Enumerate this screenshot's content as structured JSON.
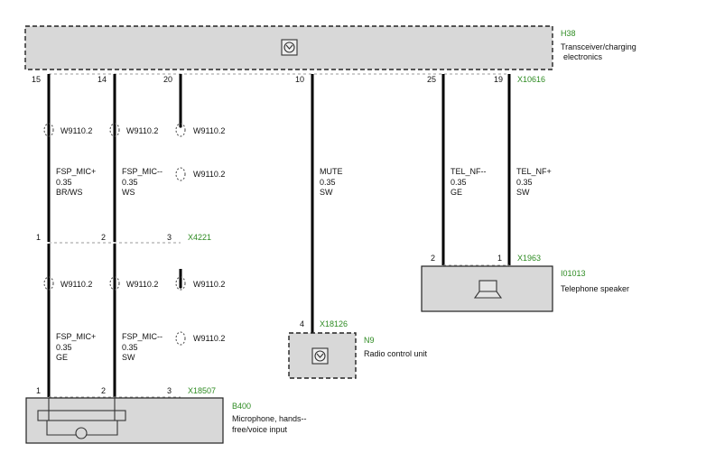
{
  "components": {
    "h38": {
      "id": "H38",
      "desc_line1": "Transceiver/charging",
      "desc_line2": "electronics",
      "connector": "X10616"
    },
    "n9": {
      "id": "N9",
      "desc": "Radio control unit",
      "connector": "X18126",
      "pin": "4"
    },
    "i01013": {
      "id": "I01013",
      "desc": "Telephone speaker",
      "connector": "X1963",
      "pin_left": "2",
      "pin_right": "1"
    },
    "b400": {
      "id": "B400",
      "desc_line1": "Microphone, hands--",
      "desc_line2": "free/voice input",
      "connector": "X18507"
    },
    "x4221": {
      "connector": "X4221"
    }
  },
  "pins": {
    "h38": [
      "15",
      "14",
      "20",
      "10",
      "25",
      "19"
    ],
    "x4221": [
      "1",
      "2",
      "3"
    ],
    "x18507": [
      "1",
      "2",
      "3"
    ]
  },
  "shield_ref": "W9110.2",
  "wires": {
    "fsp_mic_plus_upper": {
      "name": "FSP_MIC+",
      "size": "0.35",
      "color": "BR/WS"
    },
    "fsp_mic_minus_upper": {
      "name": "FSP_MIC--",
      "size": "0.35",
      "color": "WS"
    },
    "fsp_mic_plus_lower": {
      "name": "FSP_MIC+",
      "size": "0.35",
      "color": "GE"
    },
    "fsp_mic_minus_lower": {
      "name": "FSP_MIC--",
      "size": "0.35",
      "color": "SW"
    },
    "mute": {
      "name": "MUTE",
      "size": "0.35",
      "color": "SW"
    },
    "tel_nf_minus": {
      "name": "TEL_NF--",
      "size": "0.35",
      "color": "GE"
    },
    "tel_nf_plus": {
      "name": "TEL_NF+",
      "size": "0.35",
      "color": "SW"
    }
  },
  "colors": {
    "connector_label": "#2e8b22",
    "box_fill": "#d8d8d8",
    "wire": "#000000"
  }
}
